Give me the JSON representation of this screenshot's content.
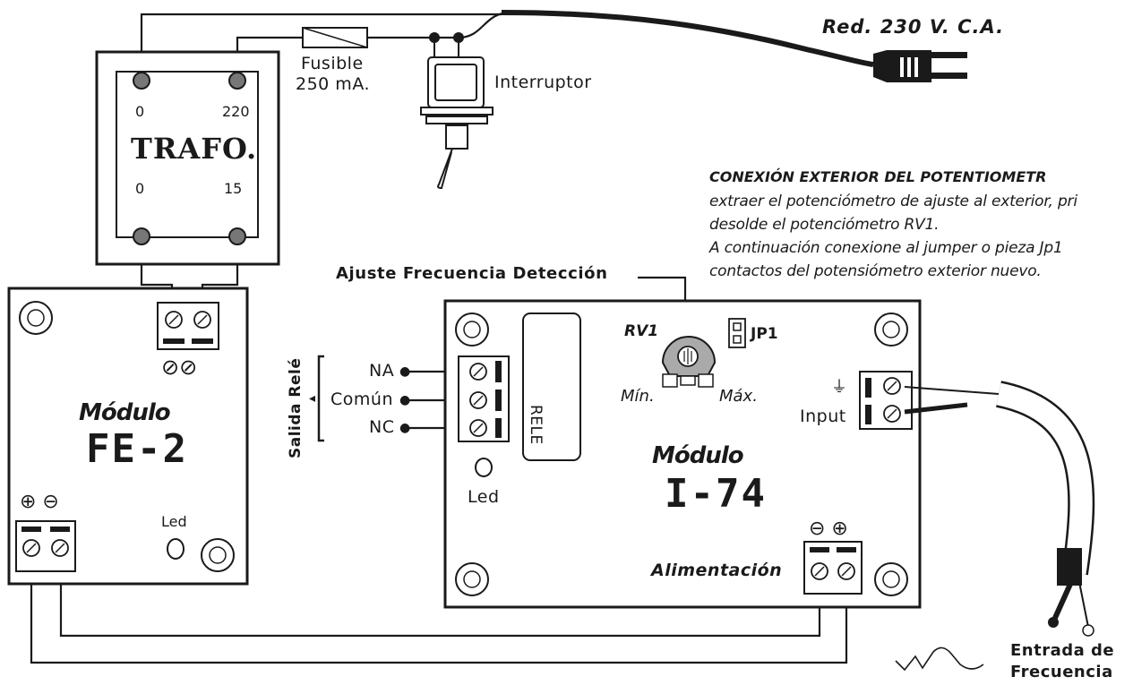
{
  "mains": {
    "label": "Red. 230 V. C.A."
  },
  "fuse": {
    "label_line1": "Fusible",
    "label_line2": "250 mA."
  },
  "switch": {
    "label": "Interruptor"
  },
  "transformer": {
    "name": "TRAFO.",
    "terminals": {
      "top_left": "0",
      "top_right": "220",
      "bottom_left": "0",
      "bottom_right": "15"
    }
  },
  "module_fe2": {
    "title": "Módulo",
    "code": "FE-2",
    "ac_symbol": "⊘⊘",
    "plus_minus": "⊕ ⊖",
    "led_label": "Led"
  },
  "module_i74": {
    "title": "Módulo",
    "code": "I-74",
    "rele_label": "RELE",
    "rv1_label": "RV1",
    "jp1_label": "JP1",
    "min_label": "Mín.",
    "max_label": "Máx.",
    "led_label": "Led",
    "input_label": "Input",
    "ground_symbol": "⏚",
    "power_symbols": "⊖ ⊕",
    "power_label": "Alimentación"
  },
  "relay_output": {
    "title": "Salida Relé",
    "contacts": [
      "NA",
      "Común",
      "NC"
    ]
  },
  "freq_adjust": {
    "label": "Ajuste Frecuencia Detección"
  },
  "external_pot_note": {
    "title": "CONEXIÓN EXTERIOR DEL POTENTIOMETR",
    "lines": [
      "extraer el potenciómetro de ajuste al exterior, pri",
      "desolde el potenciómetro RV1.",
      "A continuación conexione al jumper o pieza Jp1",
      "contactos del potensiómetro exterior nuevo."
    ]
  },
  "freq_input": {
    "line1": "Entrada de",
    "line2": "Frecuencia"
  }
}
